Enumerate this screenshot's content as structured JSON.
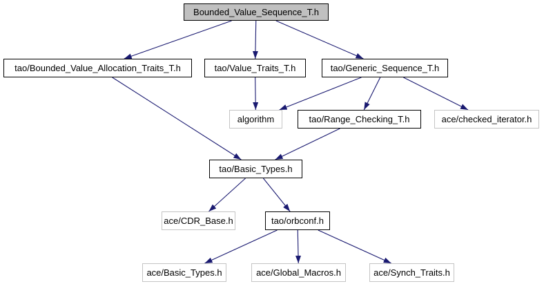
{
  "diagram": {
    "type": "include-dependency-graph",
    "colors": {
      "edge": "#191970",
      "root_fill": "#c0c0c0",
      "node_fill": "#ffffff",
      "linked_border": "#000000",
      "plain_border": "#c4c4c4"
    },
    "nodes": {
      "root": {
        "label": "Bounded_Value_Sequence_T.h",
        "linked": false
      },
      "bounded_alloc": {
        "label": "tao/Bounded_Value_Allocation_Traits_T.h",
        "linked": true
      },
      "value_traits": {
        "label": "tao/Value_Traits_T.h",
        "linked": true
      },
      "generic_sequence": {
        "label": "tao/Generic_Sequence_T.h",
        "linked": true
      },
      "algorithm": {
        "label": "algorithm",
        "linked": false
      },
      "range_checking": {
        "label": "tao/Range_Checking_T.h",
        "linked": true
      },
      "checked_iterator": {
        "label": "ace/checked_iterator.h",
        "linked": false
      },
      "tao_basic_types": {
        "label": "tao/Basic_Types.h",
        "linked": true
      },
      "cdr_base": {
        "label": "ace/CDR_Base.h",
        "linked": false
      },
      "orbconf": {
        "label": "tao/orbconf.h",
        "linked": true
      },
      "ace_basic_types": {
        "label": "ace/Basic_Types.h",
        "linked": false
      },
      "global_macros": {
        "label": "ace/Global_Macros.h",
        "linked": false
      },
      "synch_traits": {
        "label": "ace/Synch_Traits.h",
        "linked": false
      }
    },
    "edges": [
      {
        "from": "root",
        "to": "bounded_alloc"
      },
      {
        "from": "root",
        "to": "value_traits"
      },
      {
        "from": "root",
        "to": "generic_sequence"
      },
      {
        "from": "bounded_alloc",
        "to": "tao_basic_types"
      },
      {
        "from": "value_traits",
        "to": "algorithm"
      },
      {
        "from": "generic_sequence",
        "to": "algorithm"
      },
      {
        "from": "generic_sequence",
        "to": "range_checking"
      },
      {
        "from": "generic_sequence",
        "to": "checked_iterator"
      },
      {
        "from": "range_checking",
        "to": "tao_basic_types"
      },
      {
        "from": "tao_basic_types",
        "to": "cdr_base"
      },
      {
        "from": "tao_basic_types",
        "to": "orbconf"
      },
      {
        "from": "orbconf",
        "to": "ace_basic_types"
      },
      {
        "from": "orbconf",
        "to": "global_macros"
      },
      {
        "from": "orbconf",
        "to": "synch_traits"
      }
    ]
  }
}
